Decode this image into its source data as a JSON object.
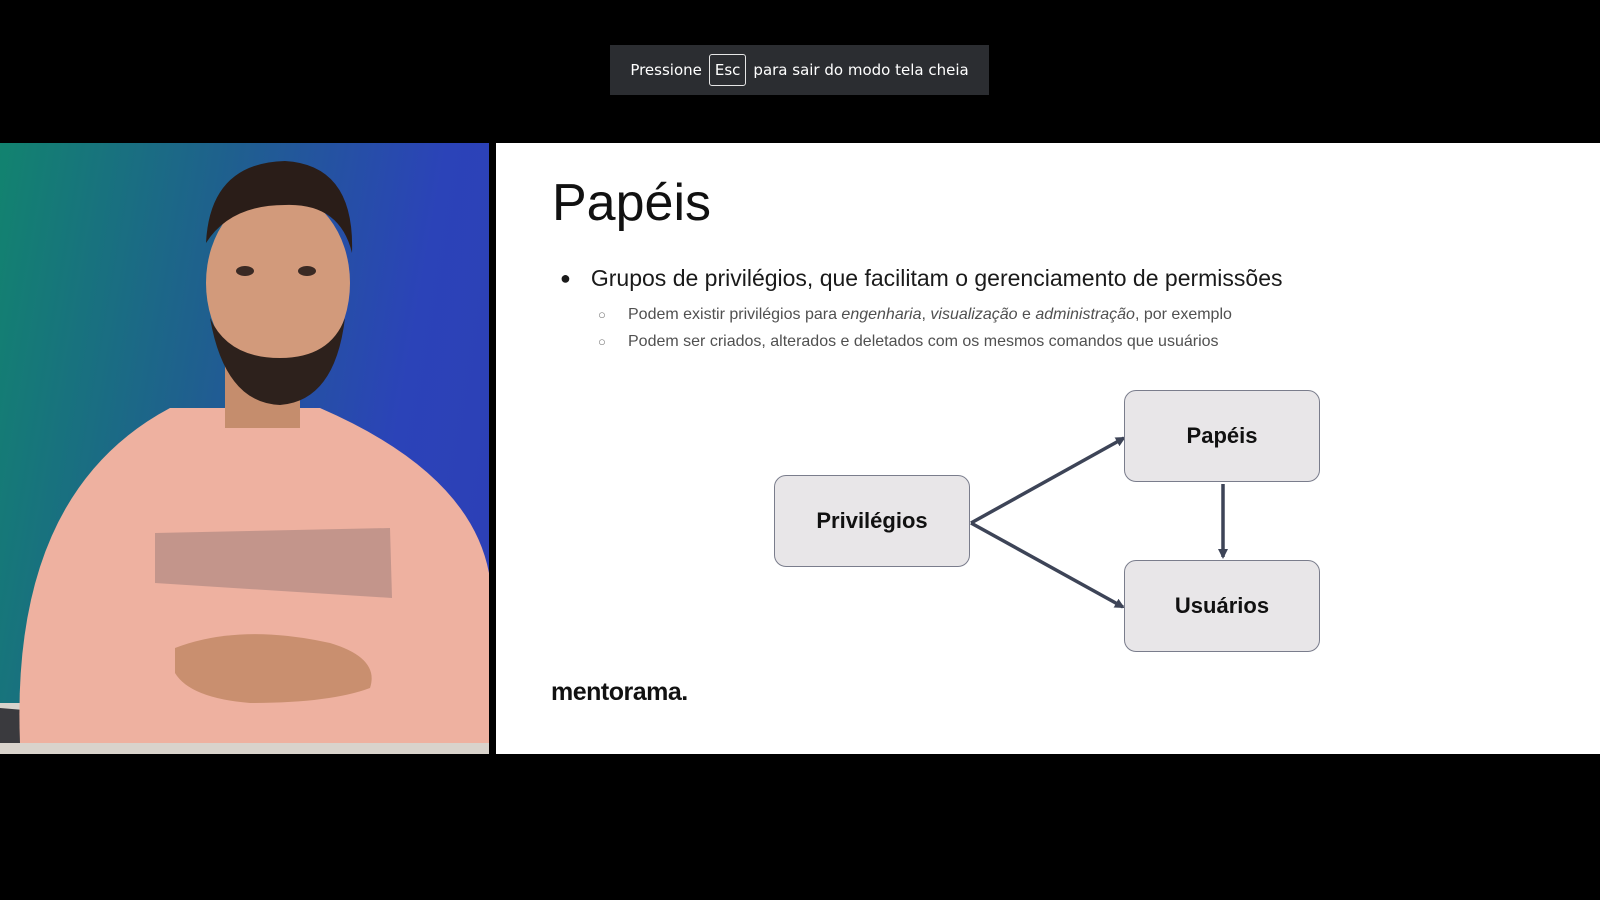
{
  "fullscreen_banner": {
    "before": "Pressione",
    "key": "Esc",
    "after": "para sair do modo tela cheia"
  },
  "slide": {
    "title": "Papéis",
    "bullet": "Grupos de privilégios, que facilitam o gerenciamento de permissões",
    "sub1": {
      "t1": "Podem existir privilégios para ",
      "i1": "engenharia",
      "t2": ", ",
      "i2": "visualização",
      "t3": " e ",
      "i3": "administração",
      "t4": ", por exemplo"
    },
    "sub2": "Podem ser criados, alterados e deletados com os mesmos comandos que usuários",
    "diagram": {
      "node_privilegios": "Privilégios",
      "node_papeis": "Papéis",
      "node_usuarios": "Usuários"
    },
    "logo": "mentorama."
  },
  "colors": {
    "arrow": "#3d4457",
    "node_fill": "#e8e6e8",
    "node_border": "#7a7d8c"
  }
}
